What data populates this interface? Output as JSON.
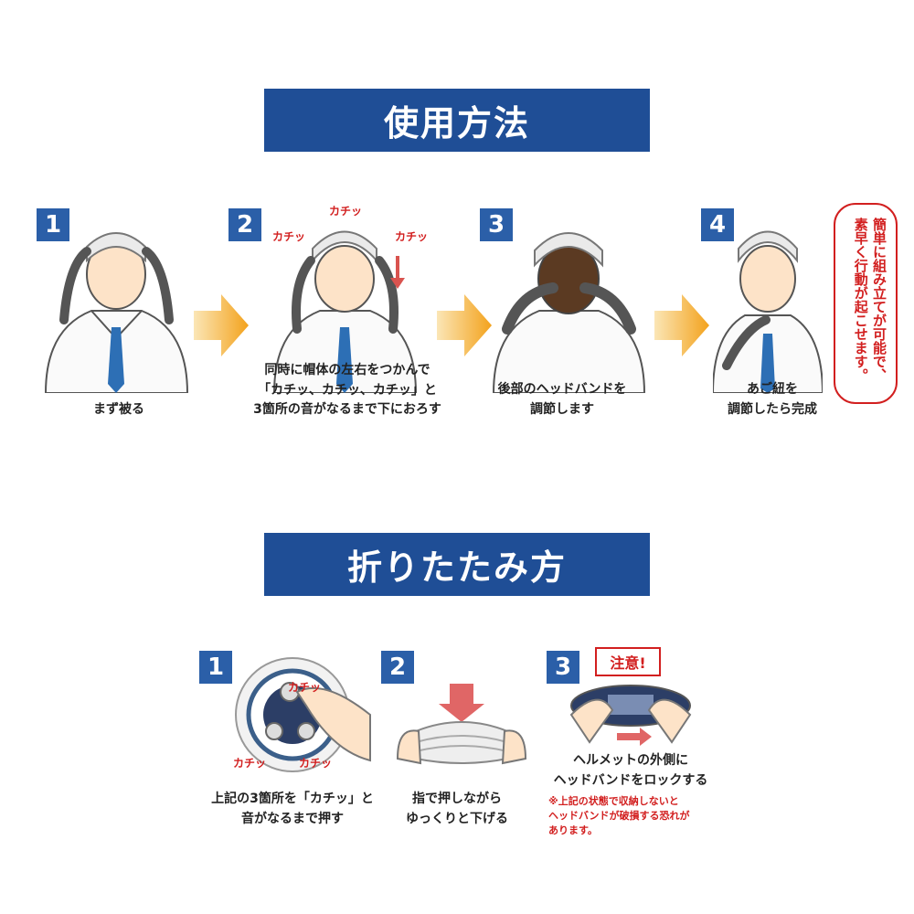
{
  "usage": {
    "title": "使用方法",
    "steps": [
      {
        "num": "1",
        "caption_lines": [
          "まず被る"
        ]
      },
      {
        "num": "2",
        "caption_lines": [
          "同時に帽体の左右をつかんで",
          "「カチッ、カチッ、カチッ」と",
          "3箇所の音がなるまで下におろす"
        ]
      },
      {
        "num": "3",
        "caption_lines": [
          "後部のヘッドバンドを",
          "調節します"
        ]
      },
      {
        "num": "4",
        "caption_lines": [
          "あご紐を",
          "調節したら完成"
        ]
      }
    ],
    "sfx": [
      "カチッ",
      "カチッ",
      "カチッ"
    ],
    "bubble": "簡単に組み立てが可能で、素早く行動が起こせます。"
  },
  "folding": {
    "title": "折りたたみ方",
    "steps": [
      {
        "num": "1",
        "caption_lines": [
          "上記の3箇所を「カチッ」と",
          "音がなるまで押す"
        ],
        "sfx": [
          "カチッ",
          "カチッ",
          "カチッ"
        ]
      },
      {
        "num": "2",
        "caption_lines": [
          "指で押しながら",
          "ゆっくりと下げる"
        ]
      },
      {
        "num": "3",
        "caption_lines": [
          "ヘルメットの外側に",
          "ヘッドバンドをロックする"
        ],
        "warning": "注意!",
        "note_lines": [
          "※上記の状態で収納しないと",
          "ヘッドバンドが破損する恐れが",
          "あります。"
        ]
      }
    ]
  },
  "colors": {
    "banner": "#1f4e96",
    "badge": "#2b5fa8",
    "accent_red": "#d21f1f",
    "arrow_orange": "#f3a21c",
    "tie_blue": "#2d6fb5"
  }
}
